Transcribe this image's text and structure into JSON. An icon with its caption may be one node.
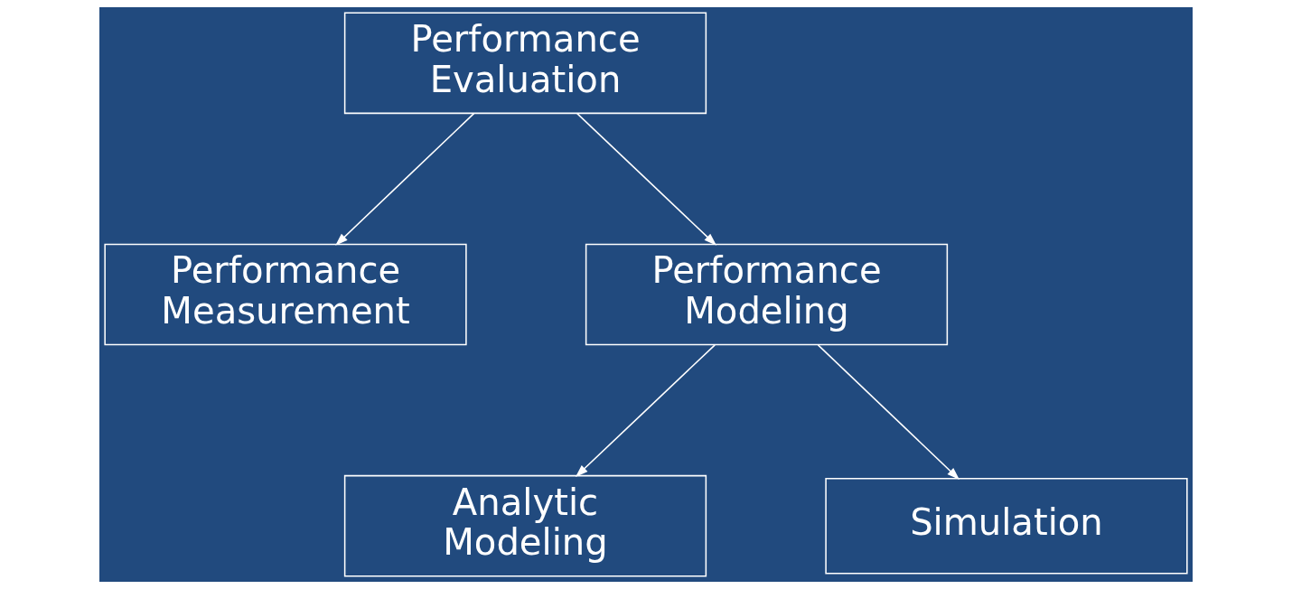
{
  "diagram": {
    "nodes": [
      {
        "text": [
          "Performance Evaluation"
        ]
      },
      {
        "text": [
          "Performance Measurement"
        ]
      },
      {
        "text": [
          "Performance Modeling"
        ]
      },
      {
        "text": [
          "Analytic Modeling"
        ]
      },
      {
        "text": [
          "Simulation"
        ]
      }
    ],
    "edges": [
      {
        "from": 0,
        "to": 1,
        "arrow": "to"
      },
      {
        "from": 0,
        "to": 2,
        "arrow": "to"
      },
      {
        "from": 2,
        "to": 3,
        "arrow": "to"
      },
      {
        "from": 2,
        "to": 4,
        "arrow": "to"
      }
    ]
  }
}
